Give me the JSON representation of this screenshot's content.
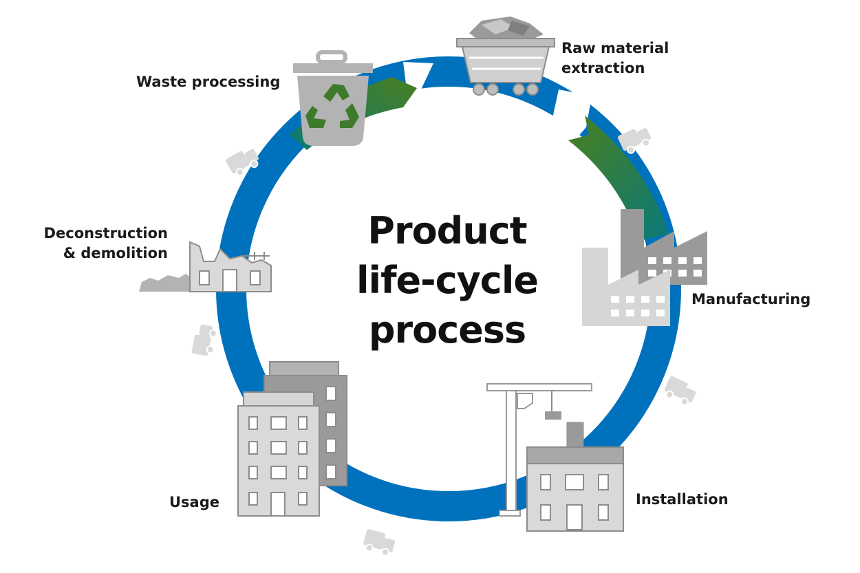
{
  "title": {
    "line1": "Product",
    "line2": "life-cycle",
    "line3": "process"
  },
  "stages": {
    "raw_material": {
      "line1": "Raw material",
      "line2": "extraction"
    },
    "manufacturing": {
      "label": "Manufacturing"
    },
    "installation": {
      "label": "Installation"
    },
    "usage": {
      "label": "Usage"
    },
    "deconstruction": {
      "line1": "Deconstruction",
      "line2": "& demolition"
    },
    "waste": {
      "label": "Waste processing"
    }
  },
  "colors": {
    "cycle_blue": "#0071bc",
    "cycle_green": "#3f7f2a",
    "icon_grey": "#b3b3b3",
    "icon_dark_grey": "#8c8c8c",
    "recycle_green": "#3d7a2a"
  },
  "icons": [
    "mine-cart-icon",
    "factory-icon",
    "crane-icon",
    "office-building-icon",
    "demolished-house-icon",
    "recycle-bin-icon",
    "truck-icon"
  ]
}
